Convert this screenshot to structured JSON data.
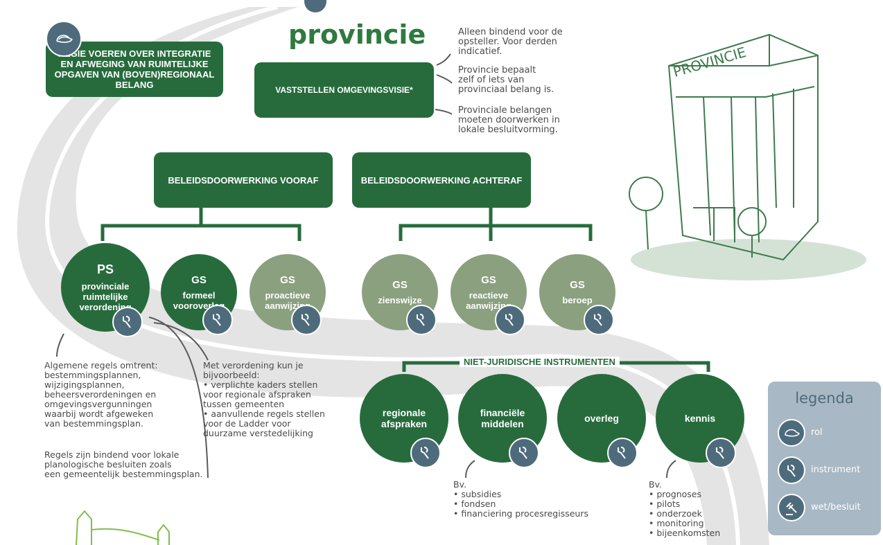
{
  "header": {
    "title": "provincie",
    "role_box": "REGIE VOEREN OVER INTEGRATIE EN AFWEGING VAN RUIMTELIJKE OPGAVEN VAN (BOVEN)REGIONAAL BELANG",
    "vision_box": "VASTSTELLEN OMGEVINGSVISIE*",
    "building_sign": "PROVINCIE",
    "notes": [
      "Alleen bindend voor de\nopsteller. Voor derden\nindicatief.",
      "Provincie bepaalt\nzelf of iets van\nprovinciaal belang is.",
      "Provinciale belangen\nmoeten doorwerken in\nlokale besluitvorming."
    ]
  },
  "branches": {
    "vooraf": "BELEIDSDOORWERKING VOORAF",
    "achteraf": "BELEIDSDOORWERKING ACHTERAF"
  },
  "instruments": [
    {
      "code": "PS",
      "label": "provinciale\nruimtelijke\nverordening"
    },
    {
      "code": "GS",
      "label": "formeel\nvooroverleg"
    },
    {
      "code": "GS",
      "label": "proactieve\naanwijzing"
    },
    {
      "code": "GS",
      "label": "zienswijze"
    },
    {
      "code": "GS",
      "label": "reactieve\naanwijzing"
    },
    {
      "code": "GS",
      "label": "beroep"
    }
  ],
  "non_legal": {
    "label": "NIET-JURIDISCHE INSTRUMENTEN",
    "items": [
      {
        "label": "regionale\nafspraken"
      },
      {
        "label": "financiële\nmiddelen"
      },
      {
        "label": "overleg"
      },
      {
        "label": "kennis"
      }
    ]
  },
  "notes": {
    "general_rules": "Algemene regels omtrent:\nbestemmingsplannen,\nwijzigingsplannen,\nbeheersverordeningen en\nomgevingsvergunningen\nwaarbij wordt afgeweken\nvan bestemmingsplan.",
    "binding": "Regels zijn bindend voor lokale\nplanologische besluiten zoals\neen gemeentelijk bestemmingsplan.",
    "regulation_examples": "Met verordening kun je\nbijvoorbeeld:\n• verplichte kaders stellen\n   voor regionale afspraken\n   tussen gemeenten\n• aanvullende regels stellen\n   voor de Ladder voor\n   duurzame verstedelijking",
    "financial_examples": "Bv.\n• subsidies\n• fondsen\n• financiering procesregisseurs",
    "knowledge_examples": "Bv.\n• prognoses\n• pilots\n• onderzoek\n• monitoring\n• bijeenkomsten"
  },
  "legend": {
    "title": "legenda",
    "items": [
      {
        "icon": "cap-icon",
        "label": "rol"
      },
      {
        "icon": "wrench-icon",
        "label": "instrument"
      },
      {
        "icon": "gavel-icon",
        "label": "wet/besluit"
      }
    ]
  },
  "colors": {
    "dark_green": "#276b3d",
    "light_green": "#8aa07f",
    "slate": "#4e6b7c",
    "road": "#e2e2e2"
  }
}
